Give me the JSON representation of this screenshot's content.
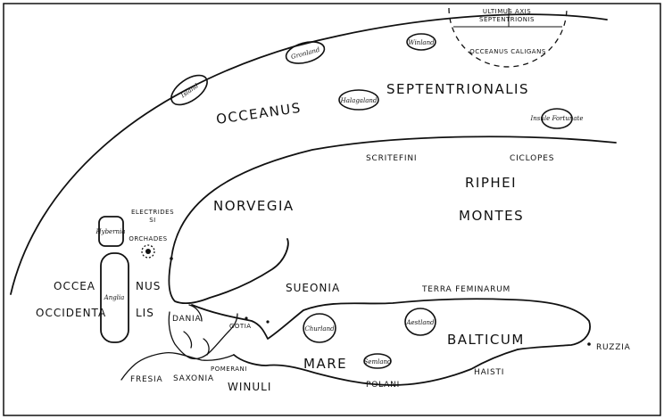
{
  "ocean_labels": {
    "occeanus": "OCCEANUS",
    "septentrionalis": "SEPTENTRIONALIS",
    "ultimus_axis_1": "ULTIMUS AXIS",
    "ultimus_axis_2": "SEPTENTRIONIS",
    "occeanus_caligans": "OCCEANUS CALIGANS",
    "occea": "OCCEA",
    "nus": "NUS",
    "occidenta": "OCCIDENTA",
    "lis": "LIS",
    "mare": "MARE",
    "balticum": "BALTICUM"
  },
  "region_labels": {
    "scritefini": "SCRITEFINI",
    "ciclopes": "CICLOPES",
    "riphei": "RIPHEI",
    "montes": "MONTES",
    "norvegia": "NORVEGIA",
    "electrides_1": "ELECTRIDES",
    "electrides_2": "SI",
    "orchades": "ORCHADES",
    "sueonia": "SUEONIA",
    "terra_feminarum": "TERRA FEMINARUM",
    "gotia": "GOTIA",
    "dania": "DANIA",
    "ruzzia": "RUZZIA",
    "haisti": "HAISTI",
    "polani": "POLANI",
    "winuli": "WINULI",
    "pomerani": "POMERANI",
    "saxonia": "SAXONIA",
    "fresia": "FRESIA"
  },
  "island_labels": {
    "island": "Island",
    "gronland": "Gronland",
    "winland": "Winland",
    "halagaland": "Halagaland",
    "insule_fortunate": "Insule Fortunate",
    "hybernia": "Hybernia",
    "anglia": "Anglia",
    "churland": "Churland",
    "aestland": "Aestland",
    "semland": "Semland"
  }
}
